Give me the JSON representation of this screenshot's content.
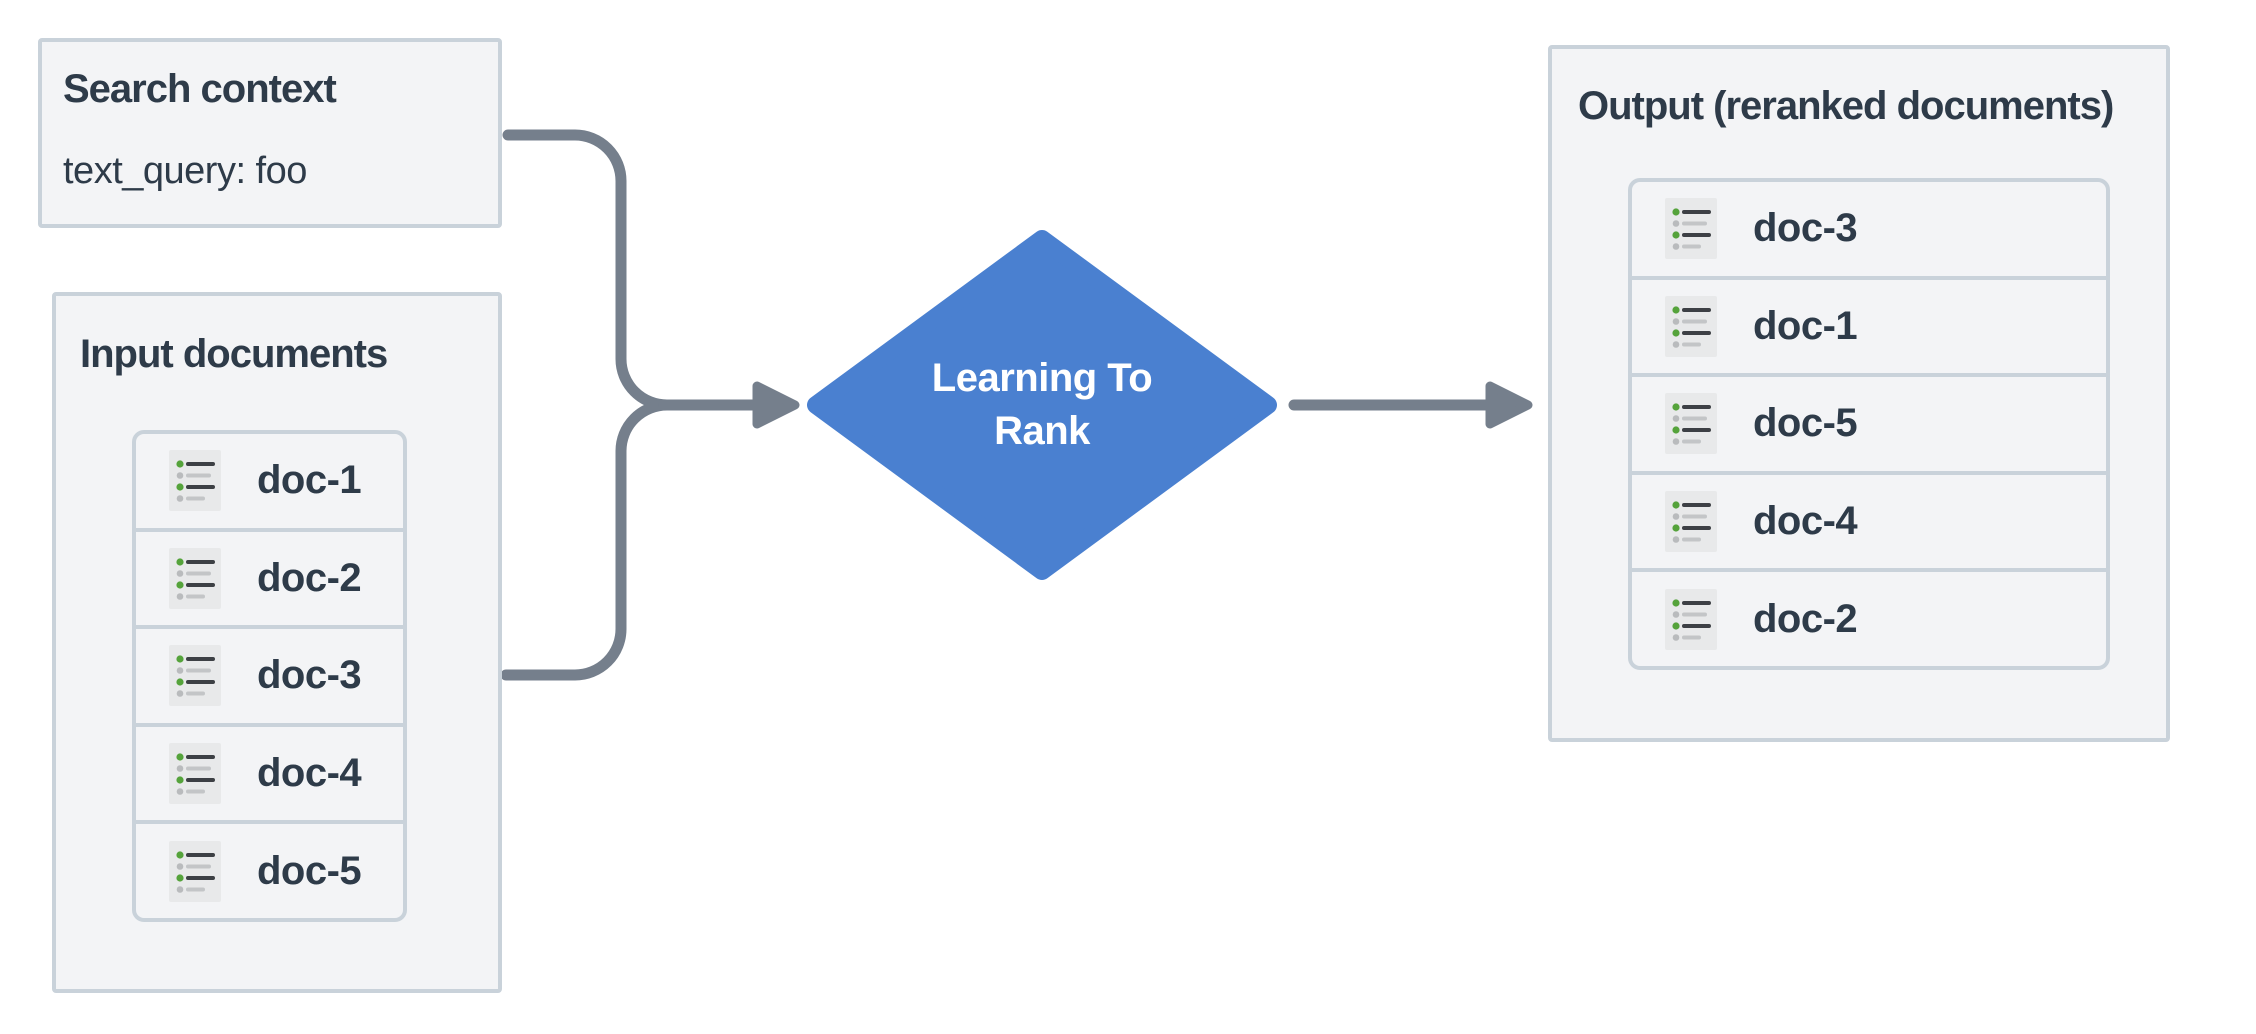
{
  "search_context": {
    "title": "Search context",
    "query_line": "text_query: foo"
  },
  "input_documents": {
    "title": "Input documents",
    "docs": [
      "doc-1",
      "doc-2",
      "doc-3",
      "doc-4",
      "doc-5"
    ]
  },
  "ltr_node": {
    "lines": [
      "Learning To",
      "Rank"
    ]
  },
  "output_documents": {
    "title": "Output (reranked documents)",
    "docs": [
      "doc-3",
      "doc-1",
      "doc-5",
      "doc-4",
      "doc-2"
    ]
  },
  "colors": {
    "node_blue": "#4a80d0",
    "connector_gray": "#757f8c",
    "panel_fill": "#f3f4f6",
    "panel_border": "#c9d2da",
    "text_dark": "#2e3b49",
    "icon_green": "#55a33b",
    "icon_bg": "#e8e9ea"
  }
}
